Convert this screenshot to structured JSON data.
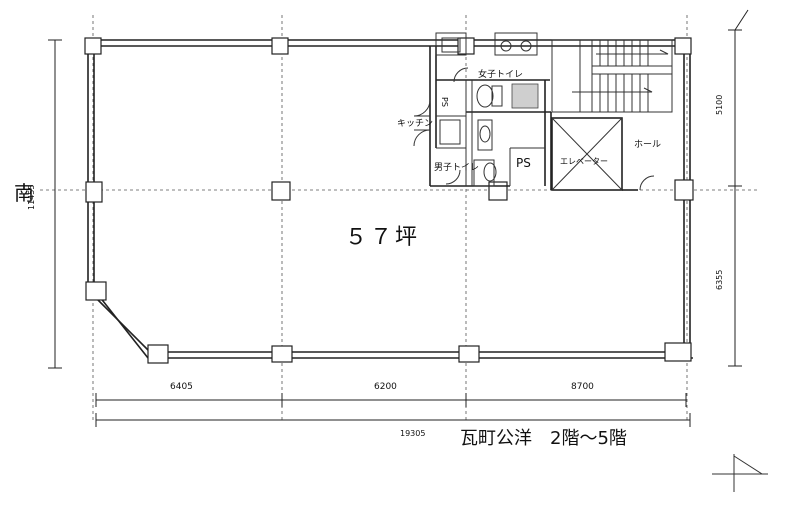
{
  "plan": {
    "area_label": "５７坪",
    "direction_label": "南",
    "caption": "瓦町公洋　2階～5階",
    "rooms": {
      "ladies_toilet": "女子トイレ",
      "mens_toilet": "男子トイレ",
      "kitchen": "キッチン",
      "ps_small": "PS",
      "ps_large": "PS",
      "elevator": "エレベーター",
      "hall": "ホール"
    },
    "dimensions": {
      "bottom_1": "6405",
      "bottom_2": "6200",
      "bottom_3": "8700",
      "total_width": "19305",
      "left_height": "11455",
      "right_top": "5100",
      "right_bottom": "6355"
    }
  }
}
